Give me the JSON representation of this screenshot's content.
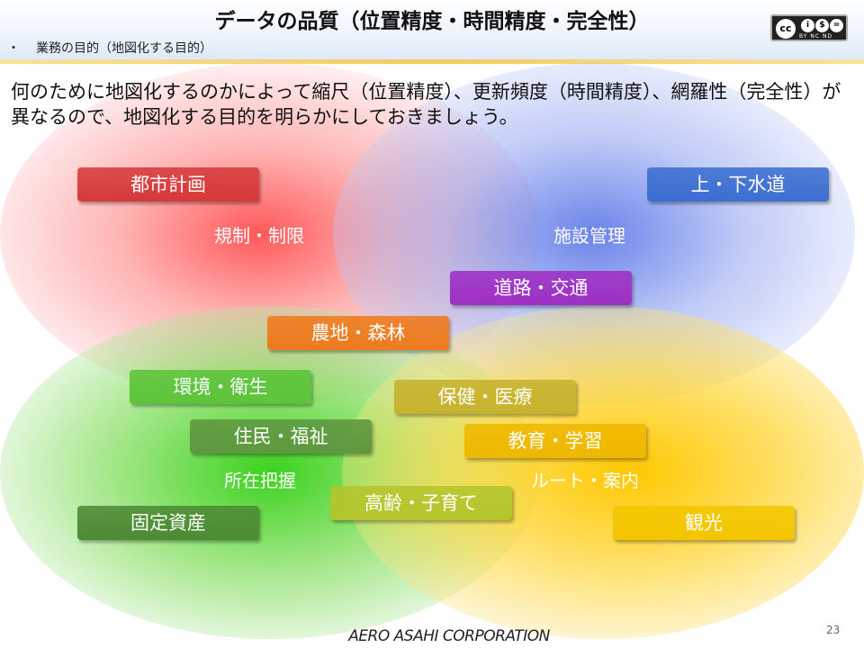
{
  "header": {
    "title": "データの品質（位置精度・時間精度・完全性）",
    "bullet": "・",
    "subtitle": "業務の目的（地図化する目的）",
    "license": {
      "cc": "cc",
      "by": "i",
      "nc": "$",
      "nd": "=",
      "label": "BY  NC  ND"
    }
  },
  "intro": "何のために地図化するのかによって縮尺（位置精度）、更新頻度（時間精度）、網羅性（完全性）が異なるので、地図化する目的を明らかにしておきましょう。",
  "regions": {
    "red": "規制・制限",
    "blue": "施設管理",
    "green": "所在把握",
    "yellow": "ルート・案内"
  },
  "tags": {
    "toshi": "都市計画",
    "gesui": "上・下水道",
    "doro": "道路・交通",
    "nochi": "農地・森林",
    "kankyo": "環境・衛生",
    "hoken": "保健・医療",
    "jumin": "住民・福祉",
    "kyoiku": "教育・学習",
    "korei": "高齢・子育て",
    "kotei": "固定資産",
    "kanko": "観光"
  },
  "colors": {
    "toshi": "#d63a3a",
    "gesui": "#3b6fd1",
    "doro": "#9e2fc4",
    "nochi": "#ef7a1e",
    "kankyo": "#5cc43a",
    "hoken": "#c7b22e",
    "jumin": "#5f9840",
    "kyoiku": "#efb800",
    "korei": "#b4c52d",
    "kotei": "#4c8a34",
    "kanko": "#f3c600"
  },
  "footer": {
    "brand": "AERO ASAHI CORPORATION",
    "page": "23"
  }
}
